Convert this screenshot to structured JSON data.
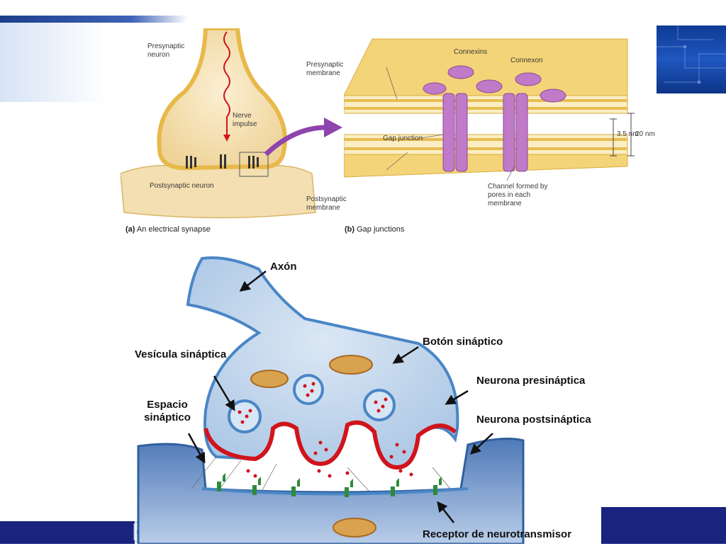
{
  "panel_a": {
    "presynaptic_neuron": "Presynaptic neuron",
    "nerve_impulse": "Nerve impulse",
    "postsynaptic_neuron": "Postsynaptic neuron",
    "caption_letter": "(a)",
    "caption_text": "An electrical synapse"
  },
  "panel_b": {
    "presynaptic_membrane": "Presynaptic membrane",
    "connexins": "Connexins",
    "connexon": "Connexon",
    "gap_junction": "Gap junction",
    "gap_size": "3.5 nm",
    "total_size": "20 nm",
    "postsynaptic_membrane": "Postsynaptic membrane",
    "channel_label": "Channel formed by pores in each membrane",
    "caption_letter": "(b)",
    "caption_text": "Gap junctions"
  },
  "chemical_synapse": {
    "axon": "Axón",
    "synaptic_button": "Botón sináptico",
    "synaptic_vesicle": "Vesícula sináptica",
    "presynaptic_neuron": "Neurona presináptica",
    "synaptic_space": "Espacio sináptico",
    "postsynaptic_neuron": "Neurona postsináptica",
    "neurotransmitter_receptor": "Receptor de neurotransmisor"
  },
  "colors": {
    "neuron_fill": "#f4deb0",
    "membrane_yellow": "#f2c75a",
    "connexin_purple": "#c07ac8",
    "arrow_purple": "#8e44ad",
    "cell_blue": "#b5cde8",
    "membrane_blue": "#4a86c6",
    "membrane_red": "#d0141c",
    "receptor_green": "#2e8b3a",
    "slide_blue": "#1a237e"
  }
}
